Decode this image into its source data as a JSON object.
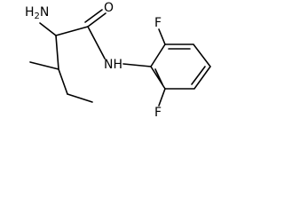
{
  "molecule": {
    "atoms": {
      "amine": {
        "element": "H",
        "subscript": "2",
        "prefix": "N"
      },
      "carbonyl_oxygen": "O",
      "amide_nitrogen": "NH",
      "fluorine_top": "F",
      "fluorine_bottom": "F"
    }
  },
  "colors": {
    "bond": "#000000",
    "label": "#000000",
    "background": "#ffffff"
  }
}
